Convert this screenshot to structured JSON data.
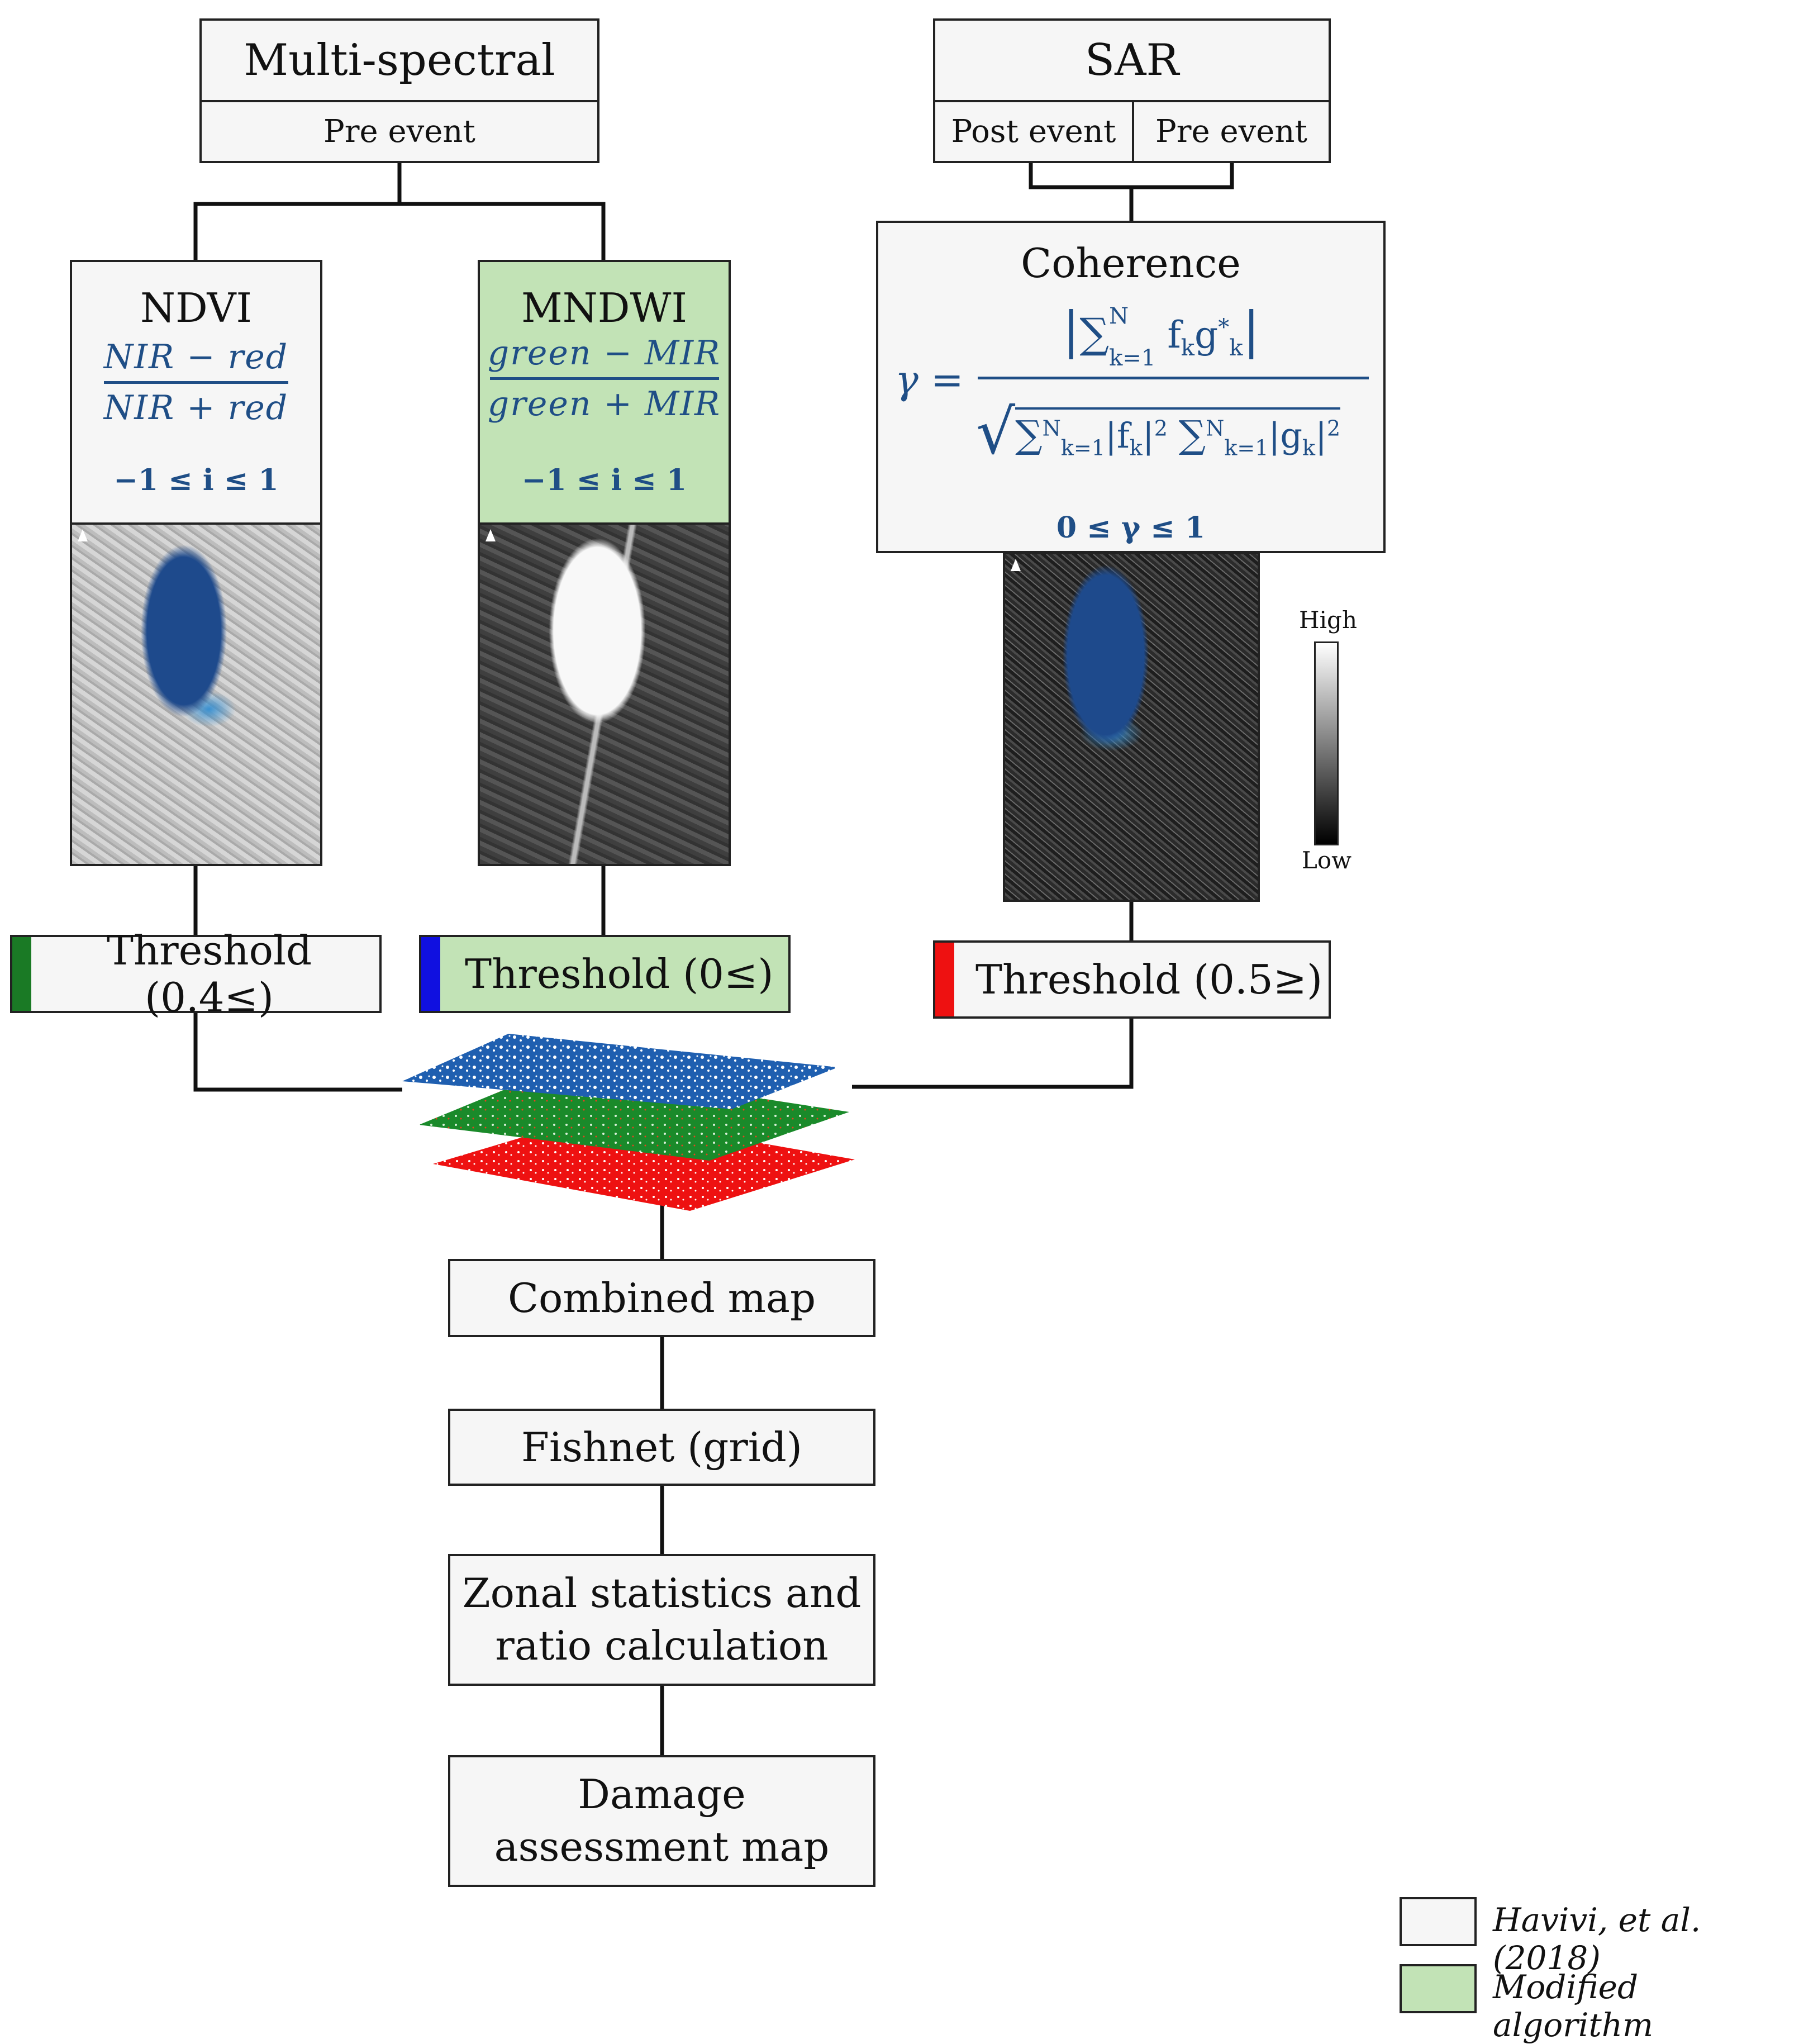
{
  "multispectral": {
    "title": "Multi-spectral",
    "sub": "Pre event"
  },
  "sar": {
    "title": "SAR",
    "post": "Post event",
    "pre": "Pre event"
  },
  "ndvi": {
    "title": "NDVI",
    "num": "NIR − red",
    "den": "NIR + red",
    "range": "−1 ≤ i ≤ 1"
  },
  "mndwi": {
    "title": "MNDWI",
    "num": "green − MIR",
    "den": "green + MIR",
    "range": "−1 ≤ i ≤ 1"
  },
  "coherence": {
    "title": "Coherence",
    "lhs": "γ =",
    "num": "|∑ f g* |",
    "den": "√(∑ |f |² ∑ |g |²)",
    "range": "0 ≤ γ ≤ 1",
    "sum_top": "N",
    "sum_bottom": "k=1",
    "sub_k": "k"
  },
  "colorbar": {
    "high": "High",
    "low": "Low"
  },
  "thresholds": [
    {
      "label": "Threshold (0.4≤)",
      "color": "#1a7a25"
    },
    {
      "label": "Threshold (0≤)",
      "color": "#1010e0"
    },
    {
      "label": "Threshold (0.5≥)",
      "color": "#ee1111"
    }
  ],
  "steps": [
    "Combined map",
    "Fishnet (grid)",
    "Zonal statistics and ratio calculation",
    "Damage assessment map"
  ],
  "legend": [
    {
      "label": "Havivi, et al. (2018)",
      "color": "#f6f6f6"
    },
    {
      "label": "Modified algorithm",
      "color": "#c2e3b6"
    }
  ]
}
